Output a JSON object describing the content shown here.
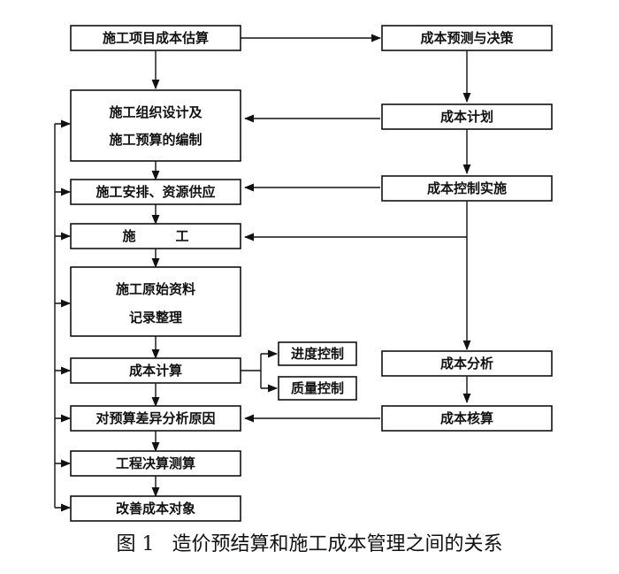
{
  "caption": {
    "label": "图 1",
    "text": "造价预结算和施工成本管理之间的关系"
  },
  "left": {
    "estimate": "施工项目成本估算",
    "org_plan_1": "施工组织设计及",
    "org_plan_2": "施工预算的编制",
    "arrange": "施工安排、资源供应",
    "construct_1": "施",
    "construct_2": "工",
    "records_1": "施工原始资料",
    "records_2": "记录整理",
    "calc": "成本计算",
    "variance": "对预算差异分析原因",
    "final_calc": "工程决算测算",
    "improve": "改善成本对象"
  },
  "right": {
    "forecast": "成本预测与决策",
    "plan": "成本计划",
    "control": "成本控制实施",
    "analysis": "成本分析",
    "accounting": "成本核算"
  },
  "branch": {
    "progress": "进度控制",
    "quality": "质量控制"
  }
}
